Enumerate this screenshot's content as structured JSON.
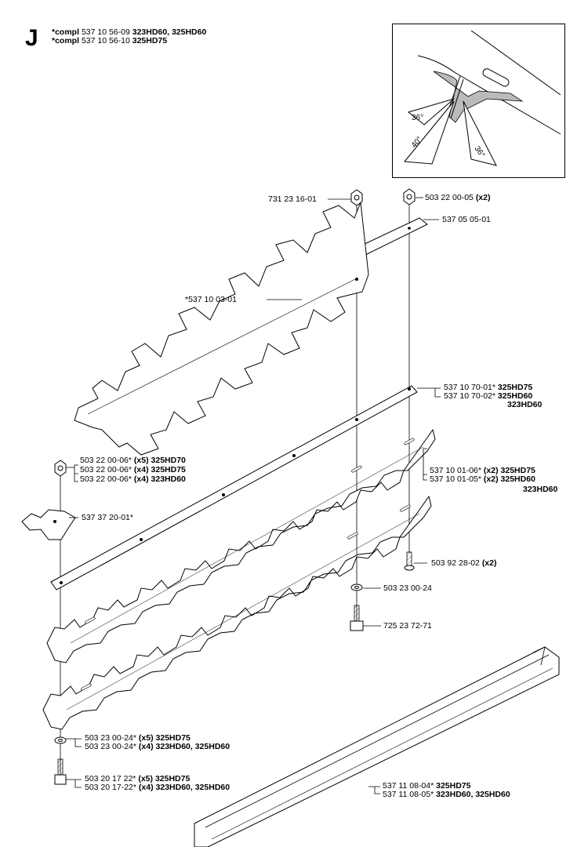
{
  "section": "J",
  "header": [
    {
      "prefix": "*compl",
      "part": "537 10 56-09",
      "models": "323HD60, 325HD60"
    },
    {
      "prefix": "*compl",
      "part": "537 10 56-10",
      "models": "325HD75"
    }
  ],
  "inset": {
    "angles": [
      "36°",
      "40°",
      "36°"
    ]
  },
  "callouts": {
    "nut_731": {
      "part": "731 23 16-01",
      "qty": "",
      "models": ""
    },
    "nut_503_05": {
      "part": "503 22 00-05",
      "qty": "(x2)",
      "models": ""
    },
    "plate_537_05": {
      "part": "537 05 05-01",
      "qty": "",
      "models": ""
    },
    "blade_upper": {
      "part": "*537 10 03-01",
      "qty": "",
      "models": ""
    },
    "bar_a": {
      "part": "537 10 70-01*",
      "qty": "",
      "models": "325HD75"
    },
    "bar_b": {
      "part": "537 10 70-02*",
      "qty": "",
      "models": "325HD60"
    },
    "bar_b2": {
      "part": "",
      "qty": "",
      "models": "323HD60"
    },
    "nut_06_a": {
      "part": "503 22 00-06*",
      "qty": "(x5)",
      "models": "325HD70"
    },
    "nut_06_b": {
      "part": "503 22 00-06*",
      "qty": "(x4)",
      "models": "325HD75"
    },
    "nut_06_c": {
      "part": "503 22 00-06*",
      "qty": "(x4)",
      "models": "323HD60"
    },
    "blade_a": {
      "part": "537 10 01-06*",
      "qty": "(x2)",
      "models": "325HD75"
    },
    "blade_b": {
      "part": "537 10 01-05*",
      "qty": "(x2)",
      "models": "325HD60"
    },
    "blade_b2": {
      "part": "",
      "qty": "",
      "models": "323HD60"
    },
    "guide": {
      "part": "537 37 20-01*",
      "qty": "",
      "models": ""
    },
    "screw_503_92": {
      "part": "503 92 28-02",
      "qty": "(x2)",
      "models": ""
    },
    "washer_503_23": {
      "part": "503 23 00-24",
      "qty": "",
      "models": ""
    },
    "bolt_725": {
      "part": "725 23 72-71",
      "qty": "",
      "models": ""
    },
    "washer_a": {
      "part": "503 23 00-24*",
      "qty": "(x5)",
      "models": "325HD75"
    },
    "washer_b": {
      "part": "503 23 00-24*",
      "qty": "(x4)",
      "models": "323HD60, 325HD60"
    },
    "screw_a": {
      "part": "503 20 17 22*",
      "qty": "(x5)",
      "models": "325HD75"
    },
    "screw_b": {
      "part": "503 20 17-22*",
      "qty": "(x4)",
      "models": "323HD60, 325HD60"
    },
    "guard_a": {
      "part": "537 11 08-04*",
      "qty": "",
      "models": "325HD75"
    },
    "guard_b": {
      "part": "537 11 08-05*",
      "qty": "",
      "models": "323HD60, 325HD60"
    }
  }
}
